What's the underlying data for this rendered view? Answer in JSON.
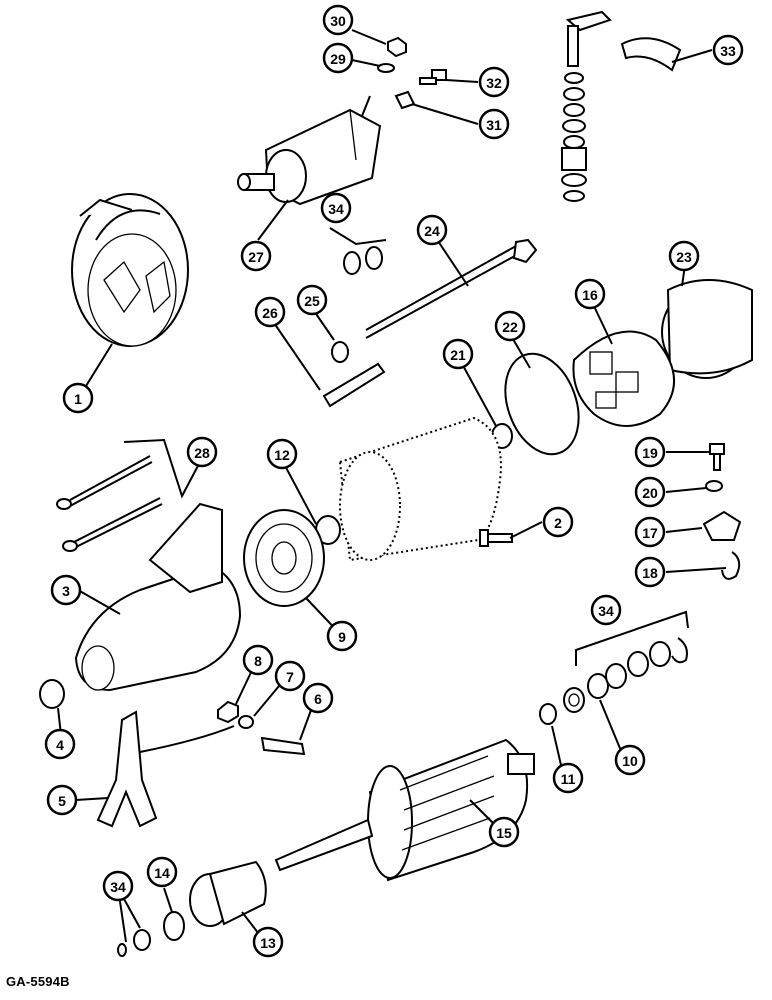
{
  "figure": {
    "reference_code": "GA-5594B"
  },
  "callouts": [
    {
      "id": "c30",
      "label": "30"
    },
    {
      "id": "c29",
      "label": "29"
    },
    {
      "id": "c32",
      "label": "32"
    },
    {
      "id": "c31",
      "label": "31"
    },
    {
      "id": "c33",
      "label": "33"
    },
    {
      "id": "c34a",
      "label": "34"
    },
    {
      "id": "c27",
      "label": "27"
    },
    {
      "id": "c24",
      "label": "24"
    },
    {
      "id": "c23",
      "label": "23"
    },
    {
      "id": "c25",
      "label": "25"
    },
    {
      "id": "c26",
      "label": "26"
    },
    {
      "id": "c22",
      "label": "22"
    },
    {
      "id": "c21",
      "label": "21"
    },
    {
      "id": "c16",
      "label": "16"
    },
    {
      "id": "c1",
      "label": "1"
    },
    {
      "id": "c28",
      "label": "28"
    },
    {
      "id": "c12",
      "label": "12"
    },
    {
      "id": "c19",
      "label": "19"
    },
    {
      "id": "c20",
      "label": "20"
    },
    {
      "id": "c2",
      "label": "2"
    },
    {
      "id": "c17",
      "label": "17"
    },
    {
      "id": "c3",
      "label": "3"
    },
    {
      "id": "c18",
      "label": "18"
    },
    {
      "id": "c9",
      "label": "9"
    },
    {
      "id": "c34b",
      "label": "34"
    },
    {
      "id": "c8",
      "label": "8"
    },
    {
      "id": "c7",
      "label": "7"
    },
    {
      "id": "c6",
      "label": "6"
    },
    {
      "id": "c4",
      "label": "4"
    },
    {
      "id": "c10",
      "label": "10"
    },
    {
      "id": "c11",
      "label": "11"
    },
    {
      "id": "c5",
      "label": "5"
    },
    {
      "id": "c15",
      "label": "15"
    },
    {
      "id": "c14",
      "label": "14"
    },
    {
      "id": "c34c",
      "label": "34"
    },
    {
      "id": "c13",
      "label": "13"
    }
  ]
}
